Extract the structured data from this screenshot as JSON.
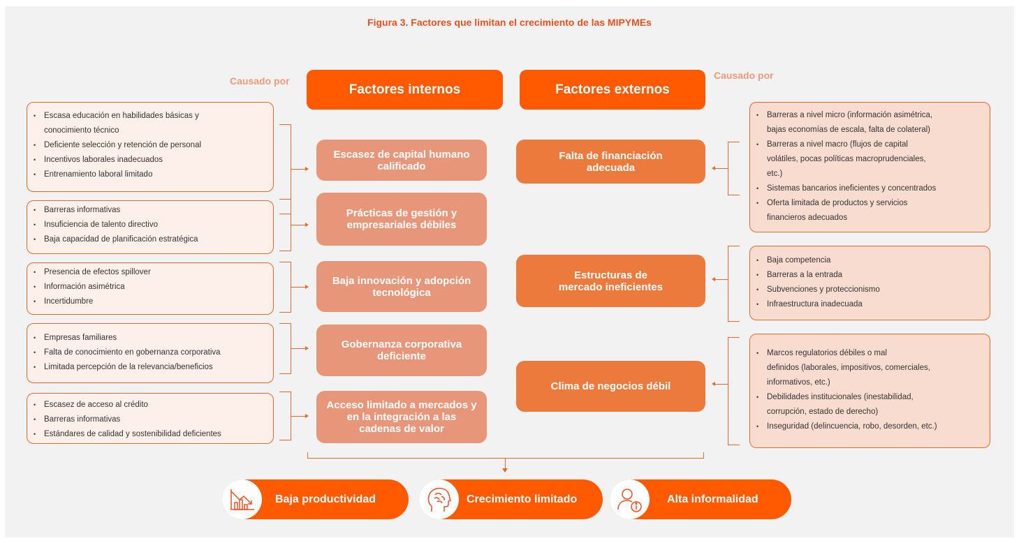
{
  "title": "Figura 3. Factores que limitan el crecimiento de las MIPYMEs",
  "causado_left": "Causado por",
  "causado_right": "Causado por",
  "header_internal": "Factores internos",
  "header_external": "Factores externos",
  "internal_factors": [
    "Escasez de capital humano calificado",
    "Prácticas de gestión y empresariales débiles",
    "Baja innovación y adopción tecnológica",
    "Gobernanza corporativa deficiente",
    "Acceso limitado a mercados y en la integración a las cadenas de valor"
  ],
  "internal_causes": [
    [
      "Escasa educación en habilidades básicas y",
      "conocimiento técnico",
      "Deficiente selección y retención de personal",
      "Incentivos laborales inadecuados",
      "Entrenamiento laboral limitado"
    ],
    [
      "Barreras informativas",
      "Insuficiencia de talento directivo",
      "Baja capacidad de planificación estratégica"
    ],
    [
      "Presencia de efectos spillover",
      "Información asimétrica",
      "Incertidumbre"
    ],
    [
      "Empresas familiares",
      "Falta de conocimiento en gobernanza corporativa",
      "Limitada percepción de la relevancia/beneficios"
    ],
    [
      "Escasez de acceso al crédito",
      "Barreras informativas",
      "Estándares de calidad y sostenibilidad deficientes"
    ]
  ],
  "external_factors": [
    "Falta de financiación adecuada",
    "Estructuras de mercado ineficientes",
    "Clima de negocios débil"
  ],
  "external_causes": [
    [
      "Barreras a nivel micro (información asimétrica,",
      "bajas economías de escala, falta de colateral)",
      "Barreras a nivel macro (flujos  de capital",
      "volátiles, pocas políticas macroprudenciales,",
      "etc.)",
      "Sistemas bancarios ineficientes y concentrados",
      "Oferta limitada de productos y servicios",
      "financieros adecuados"
    ],
    [
      "Baja competencia",
      "Barreras a la entrada",
      "Subvenciones y proteccionismo",
      "Infraestructura inadecuada"
    ],
    [
      "Marcos regulatorios débiles o mal",
      "definidos (laborales, impositivos, comerciales,",
      "informativos, etc.)",
      "Debilidades institucionales (inestabilidad,",
      "corrupción, estado de derecho)",
      "Inseguridad (delincuencia, robo, desorden, etc.)"
    ]
  ],
  "outcomes": [
    {
      "label": "Baja productividad",
      "icon": "declining-chart-icon"
    },
    {
      "label": "Crecimiento limitado",
      "icon": "head-brain-icon"
    },
    {
      "label": "Alta informalidad",
      "icon": "person-info-icon"
    }
  ],
  "colors": {
    "accent": "#ff5a00",
    "internal_box": "#e8967a",
    "external_box": "#ec7a3c",
    "title": "#e8501e",
    "causado": "#ee9a78"
  }
}
